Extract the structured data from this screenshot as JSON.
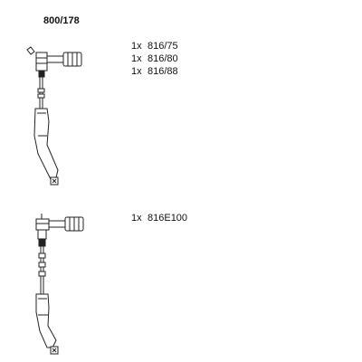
{
  "kit": {
    "part_number": "800/178"
  },
  "groups": [
    {
      "items": [
        {
          "qty": "1x",
          "ref": "816/75"
        },
        {
          "qty": "1x",
          "ref": "816/80"
        },
        {
          "qty": "1x",
          "ref": "816/88"
        }
      ]
    },
    {
      "items": [
        {
          "qty": "1x",
          "ref": "816E100"
        }
      ]
    }
  ]
}
